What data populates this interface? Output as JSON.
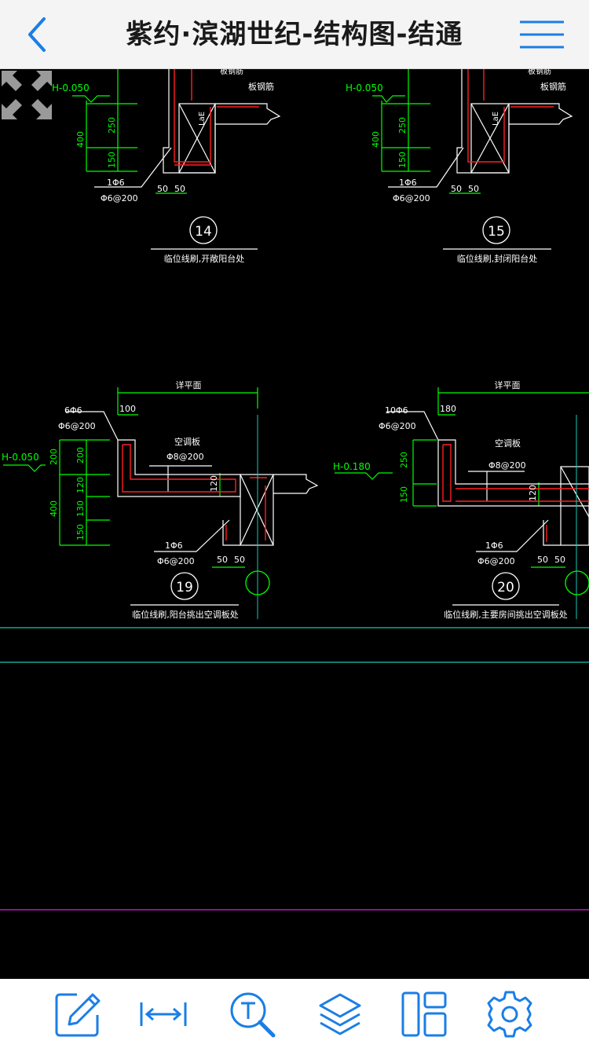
{
  "header": {
    "title": "紫约·滨湖世纪-结构图-结通"
  },
  "drawing": {
    "detail_14": {
      "number": "14",
      "caption": "临位线刷,开敞阳台处",
      "elev": "H-0.050",
      "dims": [
        "250",
        "150",
        "400"
      ],
      "bars": [
        "1Φ6",
        "Φ6@200"
      ],
      "widths": [
        "50",
        "50"
      ],
      "note": "板钢筋",
      "lae": "LaE"
    },
    "detail_15": {
      "number": "15",
      "caption": "临位线刷,封闭阳台处",
      "elev": "H-0.050",
      "dims": [
        "250",
        "150",
        "400"
      ],
      "bars": [
        "1Φ6",
        "Φ6@200"
      ],
      "widths": [
        "50",
        "50"
      ],
      "note": "板钢筋",
      "lae": "LaE"
    },
    "detail_19": {
      "number": "19",
      "caption": "临位线刷,阳台挑出空调板处",
      "elev": "H-0.050",
      "top_label": "详平面",
      "w100": "100",
      "bars_top": [
        "6Φ6",
        "Φ6@200"
      ],
      "slab": "空调板",
      "slab_bar": "Φ8@200",
      "dims": [
        "200",
        "120",
        "130",
        "150",
        "200",
        "400"
      ],
      "dim120": "120",
      "bars": [
        "1Φ6",
        "Φ6@200"
      ],
      "widths": [
        "50",
        "50"
      ]
    },
    "detail_20": {
      "number": "20",
      "caption": "临位线刷,主要房间挑出空调板处",
      "elev": "H-0.180",
      "top_label": "详平面",
      "w100": "180",
      "bars_top": [
        "10Φ6",
        "Φ6@200"
      ],
      "slab": "空调板",
      "slab_bar": "Φ8@200",
      "dims": [
        "250",
        "150"
      ],
      "dim120": "120",
      "bars": [
        "1Φ6",
        "Φ6@200"
      ],
      "widths": [
        "50",
        "50"
      ]
    }
  },
  "toolbar": {
    "items": [
      "edit-icon",
      "measure-icon",
      "text-search-icon",
      "layers-icon",
      "layout-icon",
      "settings-icon"
    ]
  },
  "colors": {
    "accent": "#1a7ee6",
    "cad_green": "#00ff00",
    "cad_red": "#ff2020",
    "cad_white": "#ffffff",
    "cad_cyan": "#19c8b4",
    "cad_magenta": "#e020e0"
  }
}
